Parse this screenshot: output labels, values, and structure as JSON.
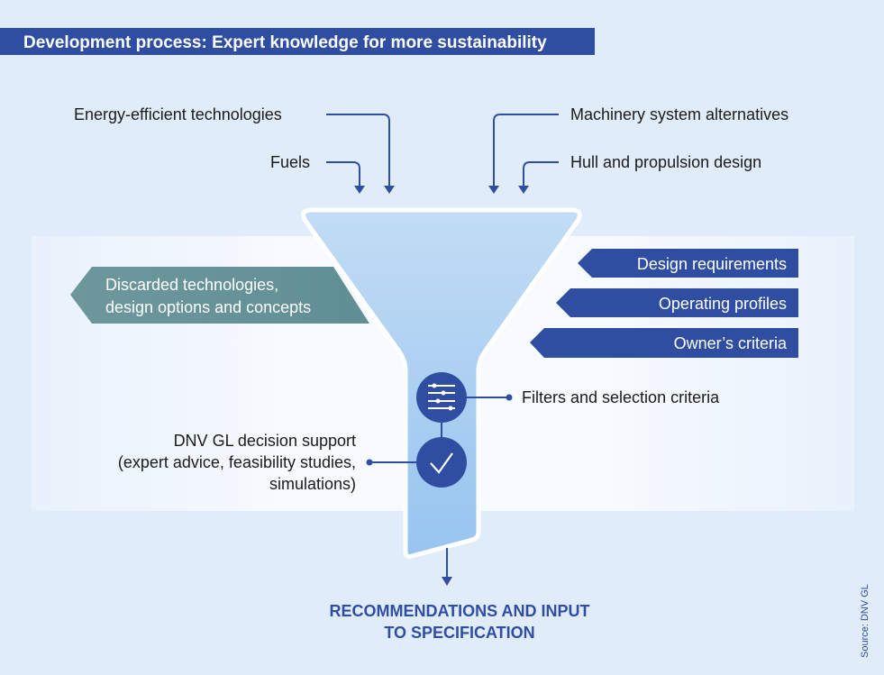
{
  "title": "Development process: Expert knowledge for more sustainability",
  "inputs": {
    "energy_efficient": "Energy-efficient technologies",
    "fuels": "Fuels",
    "machinery": "Machinery system alternatives",
    "hull": "Hull and propulsion design"
  },
  "discarded": {
    "line1": "Discarded technologies,",
    "line2": "design options and concepts"
  },
  "criteria": [
    "Design requirements",
    "Operating profiles",
    "Owner’s criteria"
  ],
  "filters_label": "Filters and selection criteria",
  "decision_support": {
    "line1": "DNV GL decision support",
    "line2": "(expert advice, feasibility studies,",
    "line3": "simulations)"
  },
  "result": {
    "line1": "RECOMMENDATIONS AND INPUT",
    "line2": "TO SPECIFICATION"
  },
  "source": "Source: DNV GL",
  "colors": {
    "brand_blue": "#2f4ea2",
    "teal": "#5f8f95",
    "background": "#e1ecfa",
    "funnel": "#a9cdf1"
  }
}
